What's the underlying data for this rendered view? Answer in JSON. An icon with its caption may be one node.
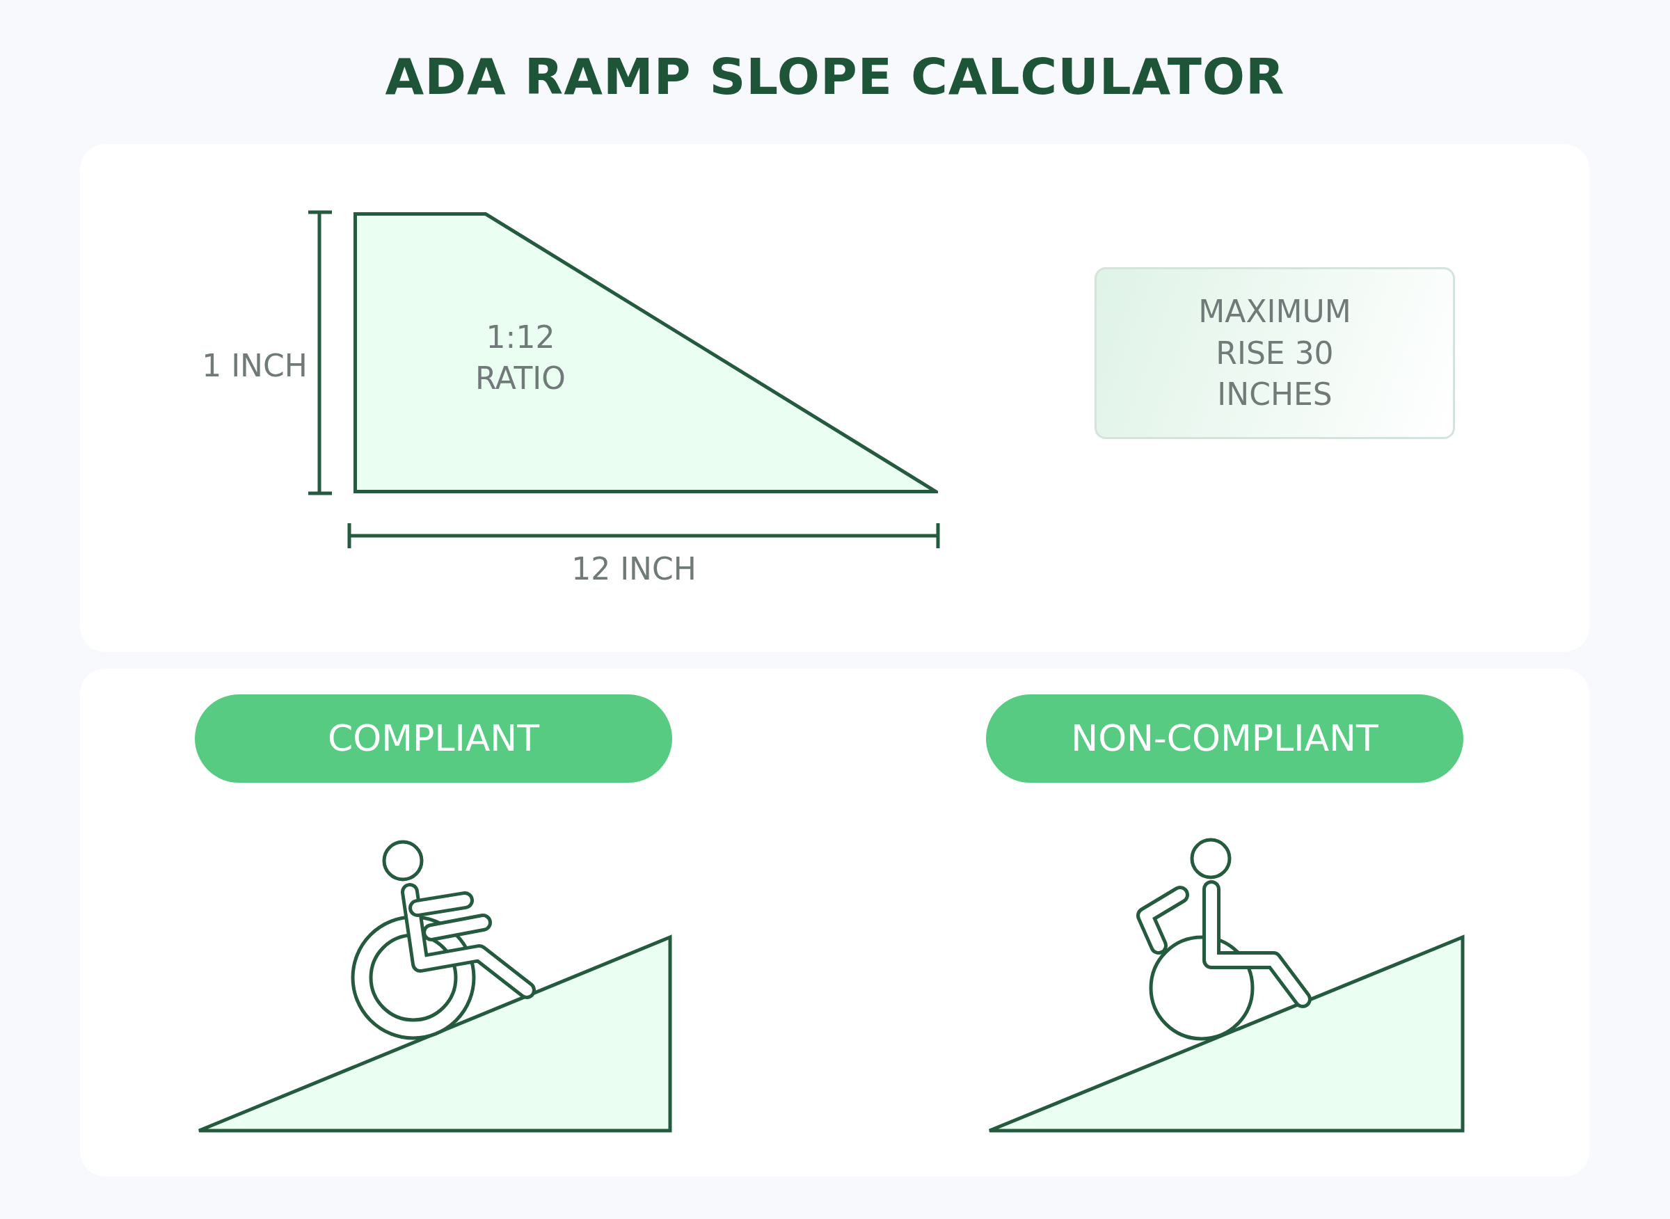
{
  "diagram": {
    "title": "ADA RAMP SLOPE CALCULATOR",
    "nodes": [
      {
        "text": [
          "1:12 RATIO"
        ]
      },
      {
        "text": [
          "MAXIMUM RISE 30 INCHES"
        ]
      },
      {
        "text": [
          "COMPLIANT"
        ]
      },
      {
        "text": [
          "NON-COMPLIANT"
        ]
      }
    ],
    "labels": [
      "1 INCH",
      "12 INCH"
    ]
  }
}
